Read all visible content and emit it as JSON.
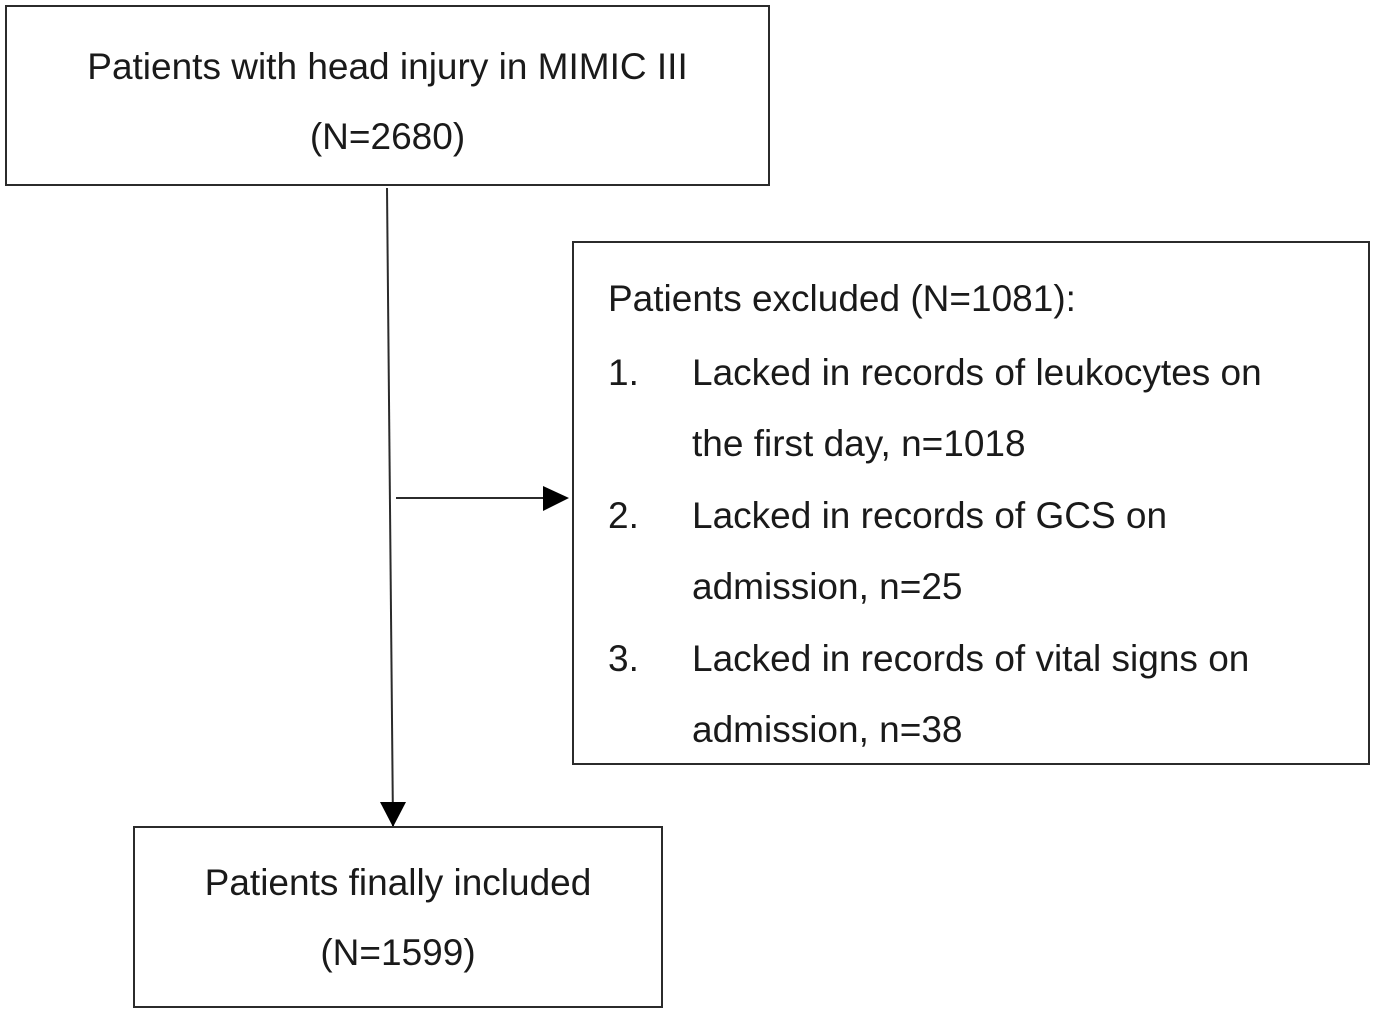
{
  "top_box": {
    "line1": "Patients with head injury in MIMIC III",
    "line2": "(N=2680)"
  },
  "excluded_box": {
    "title": "Patients excluded (N=1081):",
    "items": [
      {
        "num": "1.",
        "line1": "Lacked in records of leukocytes on",
        "line2": "the first day, n=1018"
      },
      {
        "num": "2.",
        "line1": "Lacked in records of GCS on",
        "line2": "admission, n=25"
      },
      {
        "num": "3.",
        "line1": "Lacked in records of vital signs on",
        "line2": "admission, n=38"
      }
    ]
  },
  "bottom_box": {
    "line1": "Patients finally included",
    "line2": "(N=1599)"
  },
  "colors": {
    "stroke": "#2b2b2b",
    "text": "#1a1a1a",
    "background": "#ffffff"
  }
}
